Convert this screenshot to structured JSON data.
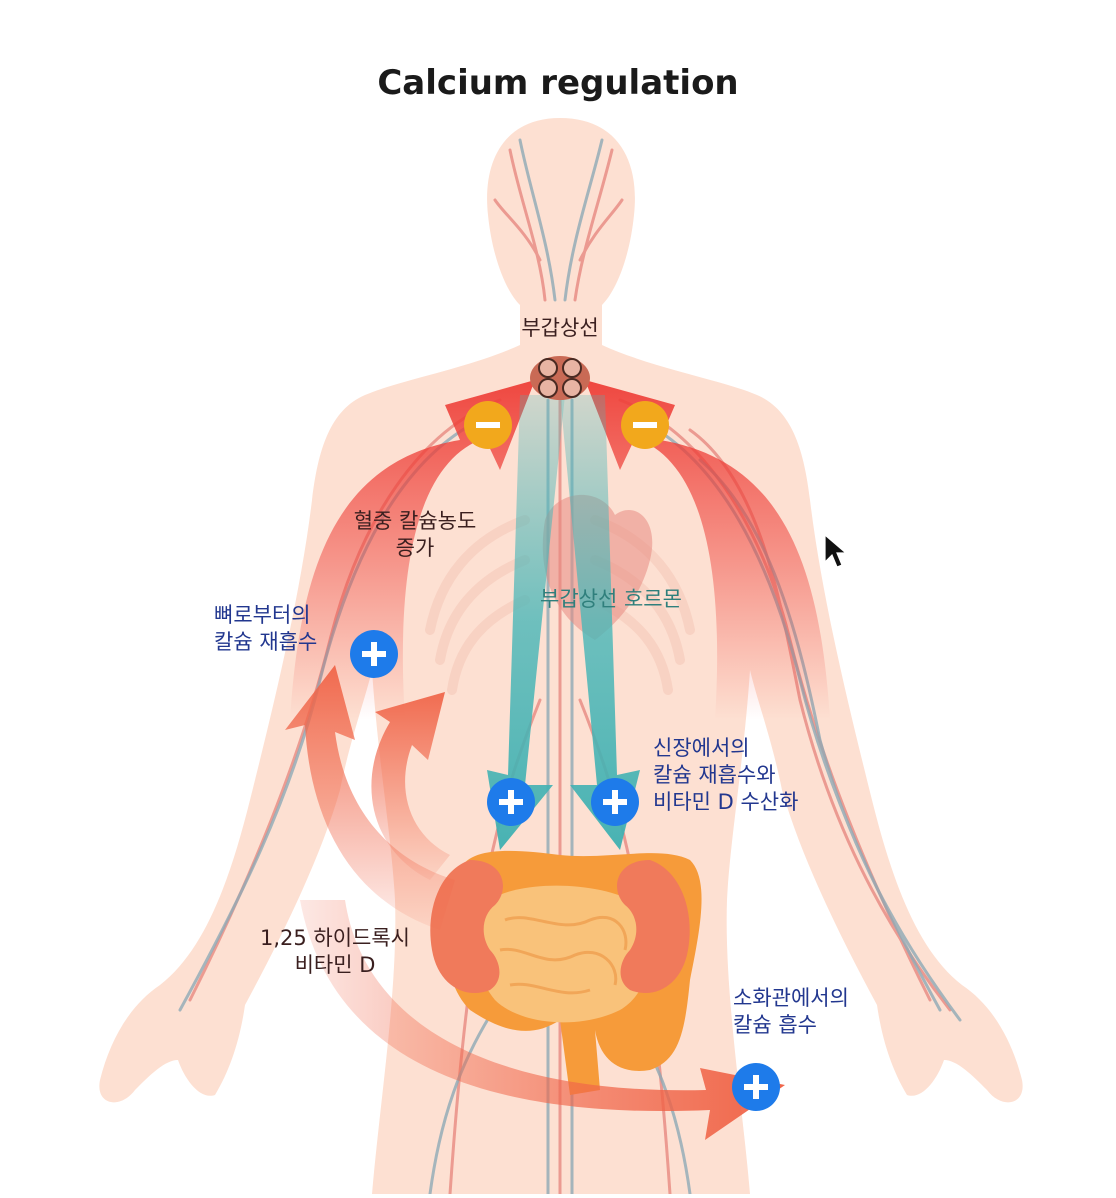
{
  "title": "Calcium regulation",
  "labels": {
    "parathyroid": "부갑상선",
    "blood_calcium": [
      "혈중 칼슘농도",
      "증가"
    ],
    "pth": "부갑상선 호르몬",
    "bone": [
      "뼈로부터의",
      "칼슘 재흡수"
    ],
    "kidney": [
      "신장에서의",
      "칼슘 재흡수와",
      "비타민 D 수산화"
    ],
    "vitd": [
      "1,25 하이드록시",
      "비타민 D"
    ],
    "gut": [
      "소화관에서의",
      "칼슘 흡수"
    ]
  },
  "colors": {
    "skin": "#fde0d2",
    "red_arrow": "#ee3f38",
    "orange_arrow": "#f0664a",
    "teal_arrow": "#4ab7b8",
    "blue_badge": "#1e7bea",
    "yellow_badge": "#f2a81c",
    "organ_orange": "#f69b3a",
    "kidney": "#f07a5b"
  },
  "icons": {
    "minus": "minus-circle-icon",
    "plus": "plus-circle-icon",
    "cursor": "mouse-cursor-icon"
  }
}
